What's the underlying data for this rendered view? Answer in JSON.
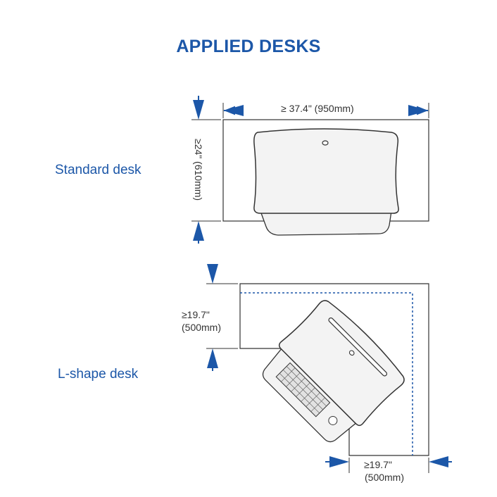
{
  "title": "APPLIED DESKS",
  "standard": {
    "label": "Standard desk",
    "width_dim": "≥ 37.4\" (950mm)",
    "depth_dim": "≥24\" (610mm)"
  },
  "lshape": {
    "label": "L-shape desk",
    "left_dim_line1": "≥19.7\"",
    "left_dim_line2": "(500mm)",
    "bottom_dim_line1": "≥19.7\"",
    "bottom_dim_line2": "(500mm)"
  },
  "colors": {
    "accent": "#1c57a8",
    "outline": "#333333",
    "fill": "#f3f3f3"
  }
}
